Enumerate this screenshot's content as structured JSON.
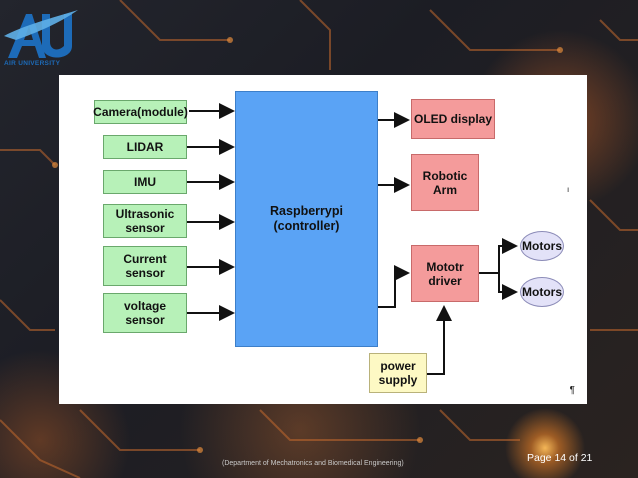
{
  "logo": {
    "text": "AIR UNIVERSITY"
  },
  "diagram": {
    "inputs": [
      "Camera(module)",
      "LIDAR",
      "IMU",
      "Ultrasonic sensor",
      "Current sensor",
      "voltage sensor"
    ],
    "controller": "Raspberrypi (controller)",
    "outputs": {
      "oled": "OLED display",
      "robotic_arm": "Robotic Arm",
      "motor_driver": "Mototr driver"
    },
    "motors": [
      "Motors",
      "Motors"
    ],
    "power_supply": "power supply",
    "pilcrow": "¶",
    "tick": "ı"
  },
  "footer": {
    "department": "(Department of Mechatronics and Biomedical Engineering)",
    "page": "Page 14 of 21"
  },
  "colors": {
    "input_box": "#b7f1b8",
    "controller_box": "#5aa3f5",
    "output_box": "#f49b9b",
    "power_box": "#fdf9c4",
    "motor_circle": "#e3e2f8",
    "logo_blue": "#1d6bb8"
  }
}
